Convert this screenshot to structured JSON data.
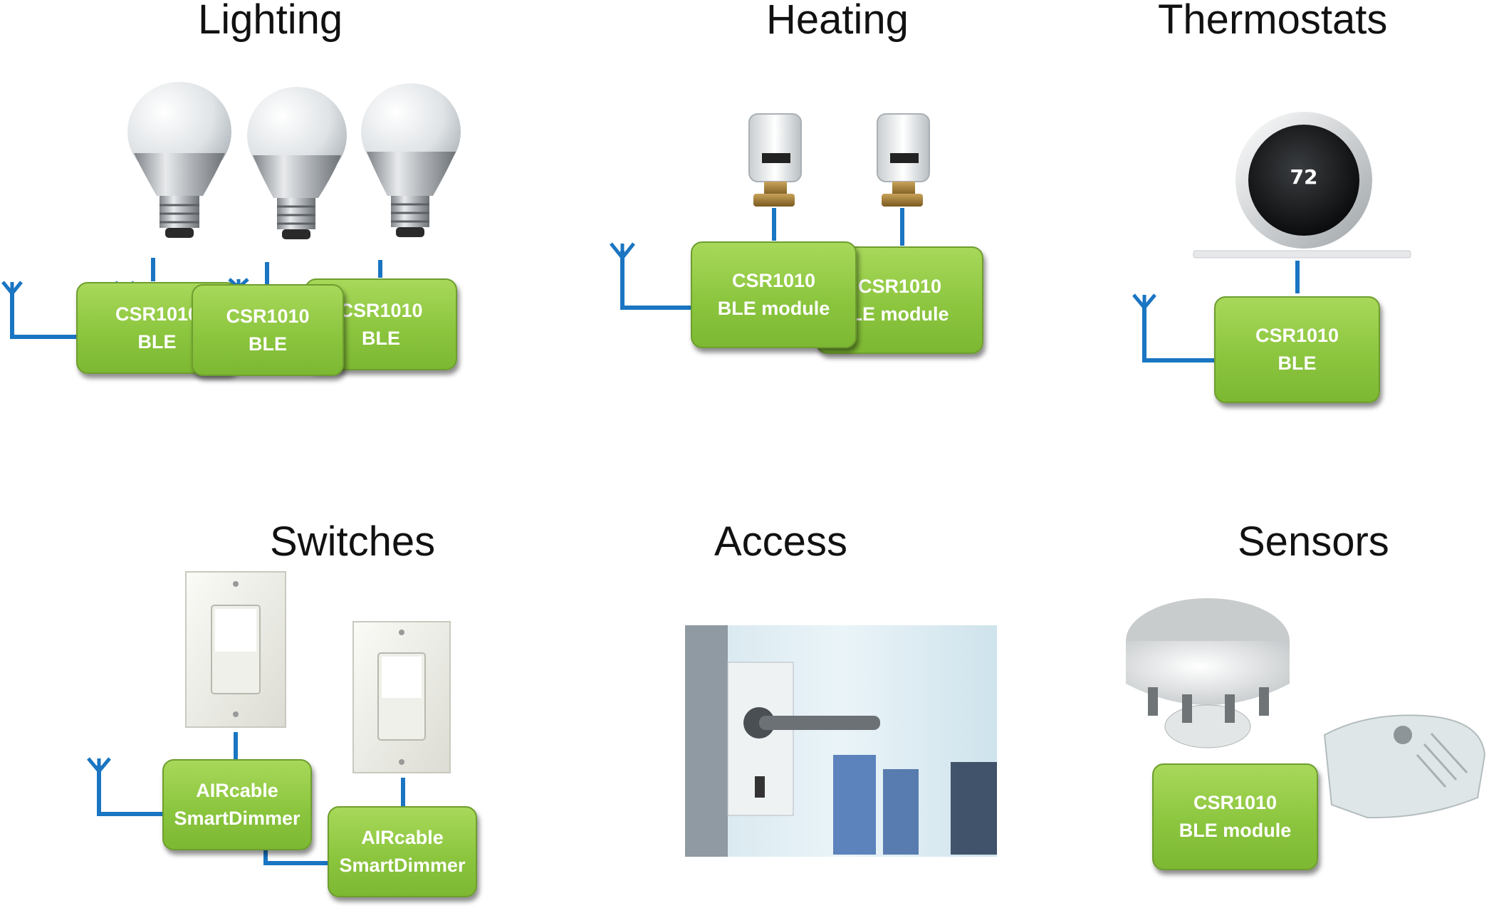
{
  "categories": {
    "lighting": "Lighting",
    "heating": "Heating",
    "thermostats": "Thermostats",
    "switches": "Switches",
    "access": "Access",
    "sensors": "Sensors"
  },
  "lighting": {
    "modules": [
      {
        "line1": "CSR1010",
        "line2": "BLE"
      },
      {
        "line1": "CSR1010",
        "line2": "BLE"
      },
      {
        "line1": "CSR1010",
        "line2": "BLE"
      }
    ]
  },
  "heating": {
    "modules": [
      {
        "line1": "CSR1010",
        "line2": "BLE module"
      },
      {
        "line1": "CSR1010",
        "line2": "LE module"
      }
    ]
  },
  "thermostats": {
    "module": {
      "line1": "CSR1010",
      "line2": "BLE"
    },
    "display_value": "72"
  },
  "switches": {
    "modules": [
      {
        "line1": "AIRcable",
        "line2": "SmartDimmer"
      },
      {
        "line1": "AIRcable",
        "line2": "SmartDimmer"
      }
    ]
  },
  "sensors": {
    "module": {
      "line1": "CSR1010",
      "line2": "BLE module"
    }
  },
  "colors": {
    "module_green": "#8cc63f",
    "wire_blue": "#1a75c2",
    "module_text": "#ffffff"
  }
}
